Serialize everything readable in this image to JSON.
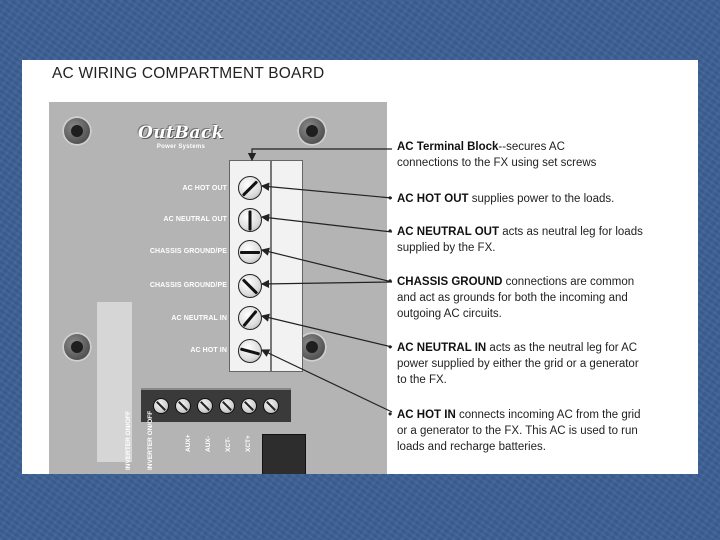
{
  "title": "AC WIRING COMPARTMENT BOARD",
  "logo": {
    "main": "OutBack",
    "sub": "Power Systems"
  },
  "terminals": [
    {
      "label": "AC HOT OUT"
    },
    {
      "label": "AC NEUTRAL OUT"
    },
    {
      "label": "CHASSIS GROUND/PE"
    },
    {
      "label": "CHASSIS GROUND/PE"
    },
    {
      "label": "AC NEUTRAL IN"
    },
    {
      "label": "AC HOT IN"
    }
  ],
  "control_terminals": [
    "INVERTER ON/OFF",
    "INVERTER ON/OFF",
    "AUX+",
    "AUX-",
    "XCT-",
    "XCT+"
  ],
  "annotations": [
    {
      "bold": "AC Terminal Block",
      "line1": "--secures AC",
      "line2": "connections to the FX using set screws",
      "line3": ""
    },
    {
      "bold": "AC HOT OUT",
      "line1": " supplies power to the loads.",
      "line2": "",
      "line3": ""
    },
    {
      "bold": "AC NEUTRAL OUT",
      "line1": " acts as neutral leg for loads",
      "line2": "supplied by the FX.",
      "line3": ""
    },
    {
      "bold": "CHASSIS GROUND",
      "line1": " connections are common",
      "line2": "and act as grounds for both the incoming and",
      "line3": "outgoing AC circuits."
    },
    {
      "bold": "AC NEUTRAL IN",
      "line1": " acts as the neutral leg for AC",
      "line2": "power supplied by either the grid or a generator",
      "line3": "to the FX."
    },
    {
      "bold": "AC HOT IN",
      "line1": " connects incoming AC from the grid",
      "line2": "or a generator to the FX. This AC is used to run",
      "line3": "loads and recharge batteries."
    }
  ],
  "colors": {
    "background": "#3c5f94",
    "board": "#b4b4b4",
    "leader_line": "#222222"
  }
}
